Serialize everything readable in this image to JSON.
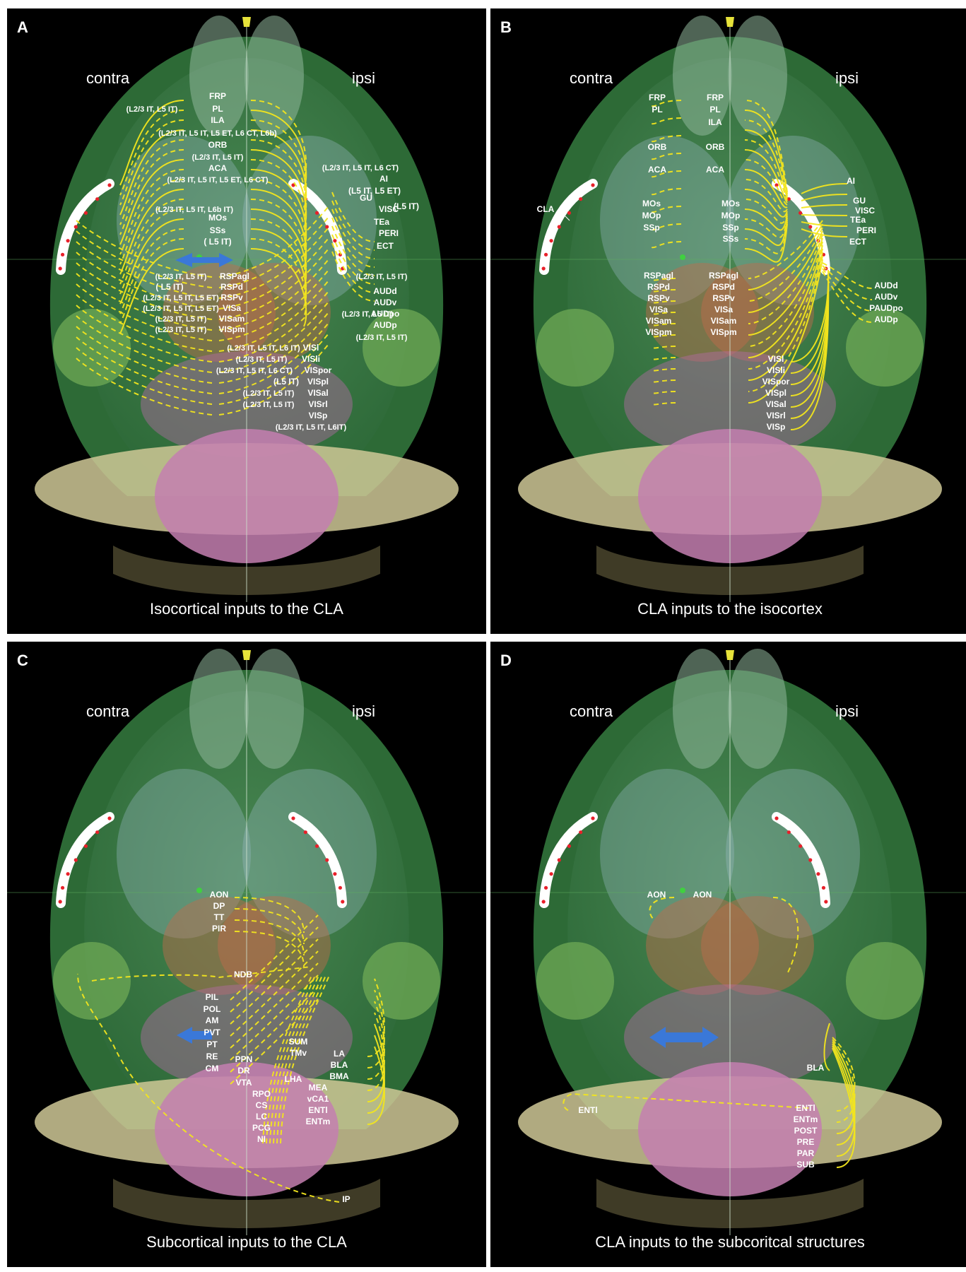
{
  "side_labels": {
    "contra": "contra",
    "ipsi": "ipsi"
  },
  "colors": {
    "projection": "#f2e51d",
    "claustrum": "#ffffff",
    "dot": "#e8202a",
    "arrow": "#3a78d8",
    "background": "#000000"
  },
  "panels": {
    "a": {
      "letter": "A",
      "caption": "Isocortical inputs to the CLA",
      "labels": [
        "FRP",
        "(L2/3 IT, L5 IT)",
        "PL",
        "ILA",
        "(L2/3 IT, L5 IT, L5 ET, L6 CT, L6b)",
        "ORB",
        "(L2/3 IT, L5 IT)",
        "ACA",
        "(L2/3 IT, L5 IT, L5 ET, L6 CT)",
        "(L2/3 IT, L5 IT, L6 CT)",
        "AI",
        "(L5 IT, L5 ET)",
        "GU",
        "(L2/3 IT, L5 IT, L6b IT)",
        "VISC",
        "(L5 IT)",
        "MOs",
        "TEa",
        "SSs",
        "PERI",
        "( L5 IT)",
        "ECT",
        "(L2/3 IT, L5 IT)",
        "RSPagl",
        "(L2/3 IT, L5 IT)",
        "( L5 IT)",
        "RSPd",
        "AUDd",
        "(L2/3 IT, L5 IT, L5 ET)",
        "RSPv",
        "AUDv",
        "(L2/3 IT, L5 IT, L5 ET)",
        "VISa",
        "(L2/3 IT, L5 IT)",
        "AUDpo",
        "(L2/3 IT, L5 IT)",
        "VISam",
        "AUDp",
        "(L2/3 IT, L5 IT)",
        "VISpm",
        "(L2/3 IT, L5 IT)",
        "(L2/3 IT, L5 IT, L6 IT)",
        "VISl",
        "(L2/3 IT, L5 IT)",
        "VISli",
        "(L2/3 IT, L5 IT, L6 CT)",
        "VISpor",
        "(L5 IT)",
        "VISpl",
        "(L2/3 IT, L5 IT)",
        "VISal",
        "(L2/3 IT, L5 IT)",
        "VISrl",
        "VISp",
        "(L2/3 IT, L5 IT, L6IT)"
      ]
    },
    "b": {
      "letter": "B",
      "caption": "CLA inputs to the isocortex",
      "labels": [
        "FRP",
        "FRP",
        "PL",
        "PL",
        "ILA",
        "ORB",
        "ORB",
        "ACA",
        "ACA",
        "AI",
        "GU",
        "CLA",
        "VISC",
        "MOs",
        "MOs",
        "TEa",
        "MOp",
        "MOp",
        "PERI",
        "SSp",
        "SSp",
        "SSs",
        "ECT",
        "RSPagl",
        "RSPagl",
        "RSPd",
        "RSPd",
        "AUDd",
        "RSPv",
        "RSPv",
        "AUDv",
        "VISa",
        "VISa",
        "PAUDpo",
        "VISam",
        "VISam",
        "AUDp",
        "VISpm",
        "VISpm",
        "VISl",
        "VISli",
        "VISpor",
        "VISpl",
        "VISal",
        "VISrl",
        "VISp"
      ]
    },
    "c": {
      "letter": "C",
      "caption": "Subcortical inputs to the CLA",
      "labels": [
        "AON",
        "DP",
        "TT",
        "PIR",
        "NDB",
        "PIL",
        "POL",
        "AM",
        "PVT",
        "PT",
        "RE",
        "CM",
        "PPN",
        "SUM",
        "DR",
        "TMv",
        "LA",
        "VTA",
        "BLA",
        "LHA",
        "BMA",
        "RPO",
        "MEA",
        "CS",
        "vCA1",
        "LC",
        "ENTl",
        "PCG",
        "ENTm",
        "NI",
        "IP"
      ]
    },
    "d": {
      "letter": "D",
      "caption": "CLA inputs to the subcoritcal structures",
      "labels": [
        "AON",
        "AON",
        "BLA",
        "ENTl",
        "ENTl",
        "ENTm",
        "POST",
        "PRE",
        "PAR",
        "SUB"
      ]
    }
  }
}
